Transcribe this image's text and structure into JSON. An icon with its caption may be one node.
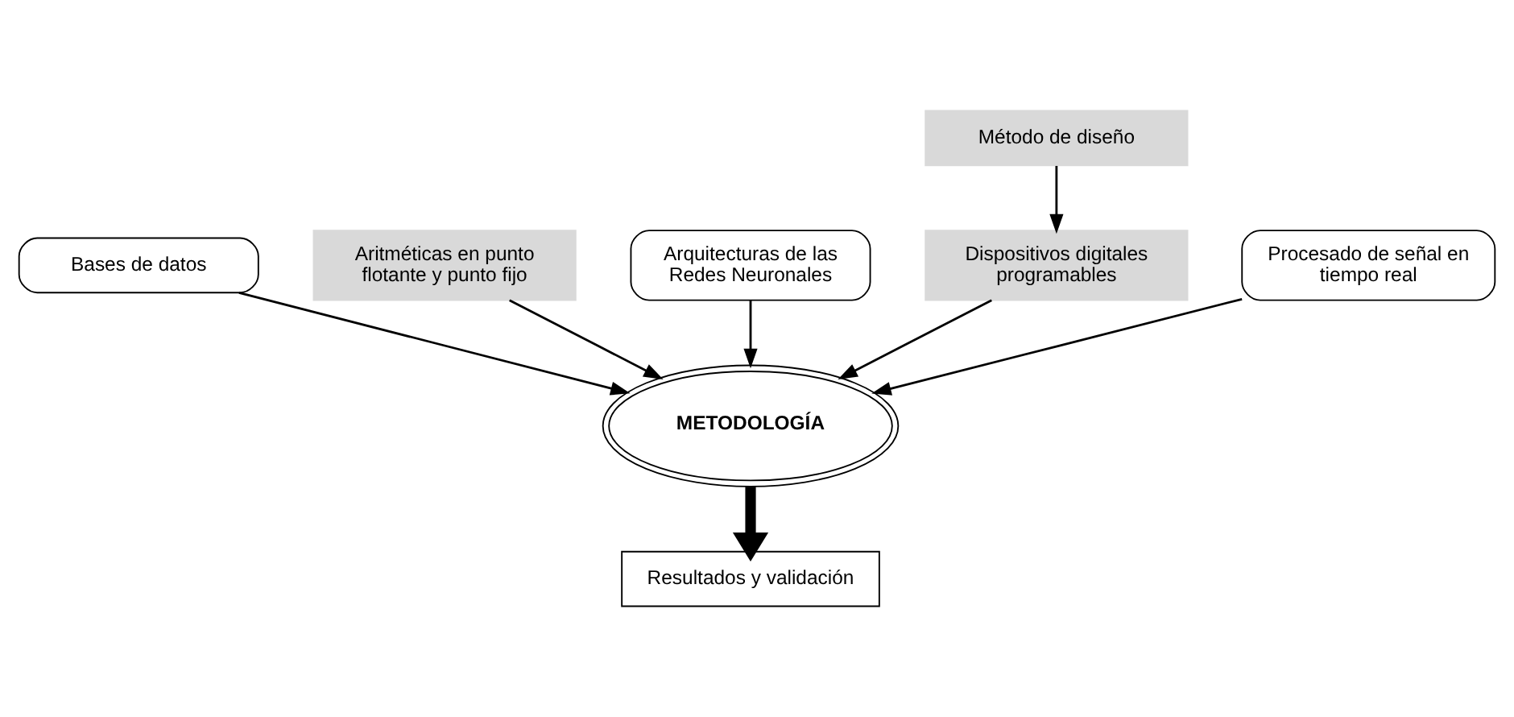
{
  "diagram": {
    "nodes": [
      {
        "text": [
          "Bases de datos"
        ]
      },
      {
        "text": [
          "Aritméticas en punto flotante y punto fijo"
        ]
      },
      {
        "text": [
          "Arquitecturas de las Redes Neuronales"
        ]
      },
      {
        "text": [
          "METODOLOGÍA"
        ]
      },
      {
        "text": [
          "Dispositivos digitales programables"
        ]
      },
      {
        "text": [
          "Procesado de señal en tiempo real"
        ]
      },
      {
        "text": [
          "Resultados y validación"
        ]
      },
      {
        "text": [
          "Método de diseño"
        ]
      }
    ],
    "edges": [
      {
        "from": 0,
        "to": 3,
        "arrow": "to"
      },
      {
        "from": 1,
        "to": 3,
        "arrow": "to"
      },
      {
        "from": 2,
        "to": 3,
        "arrow": "to"
      },
      {
        "from": 4,
        "to": 3,
        "arrow": "to"
      },
      {
        "from": 5,
        "to": 3,
        "arrow": "to"
      },
      {
        "from": 3,
        "to": 6,
        "arrow": "to",
        "style": "thick"
      },
      {
        "from": 7,
        "to": 4,
        "arrow": "to"
      }
    ]
  }
}
